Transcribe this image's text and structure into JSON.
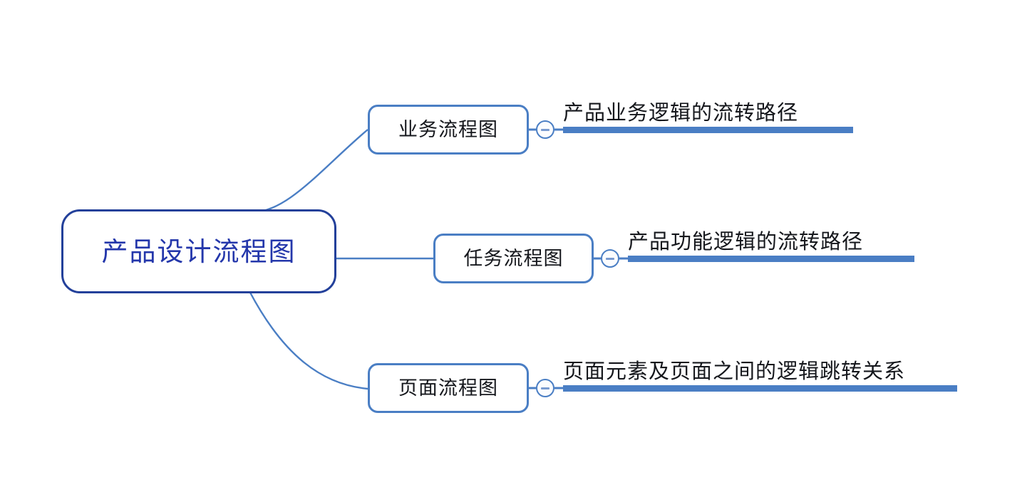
{
  "diagram": {
    "type": "mind-map",
    "title": "产品设计流程图",
    "root": {
      "label": "产品设计流程图",
      "text_color": "#2437ab",
      "border_color": "#23409a"
    },
    "accent_color": "#4a7ec4",
    "branches": [
      {
        "label": "业务流程图",
        "toggle_icon": "minus-circle-icon",
        "toggle_state": "expanded",
        "detail": "产品业务逻辑的流转路径"
      },
      {
        "label": "任务流程图",
        "toggle_icon": "minus-circle-icon",
        "toggle_state": "expanded",
        "detail": "产品功能逻辑的流转路径"
      },
      {
        "label": "页面流程图",
        "toggle_icon": "minus-circle-icon",
        "toggle_state": "expanded",
        "detail": "页面元素及页面之间的逻辑跳转关系"
      }
    ]
  }
}
